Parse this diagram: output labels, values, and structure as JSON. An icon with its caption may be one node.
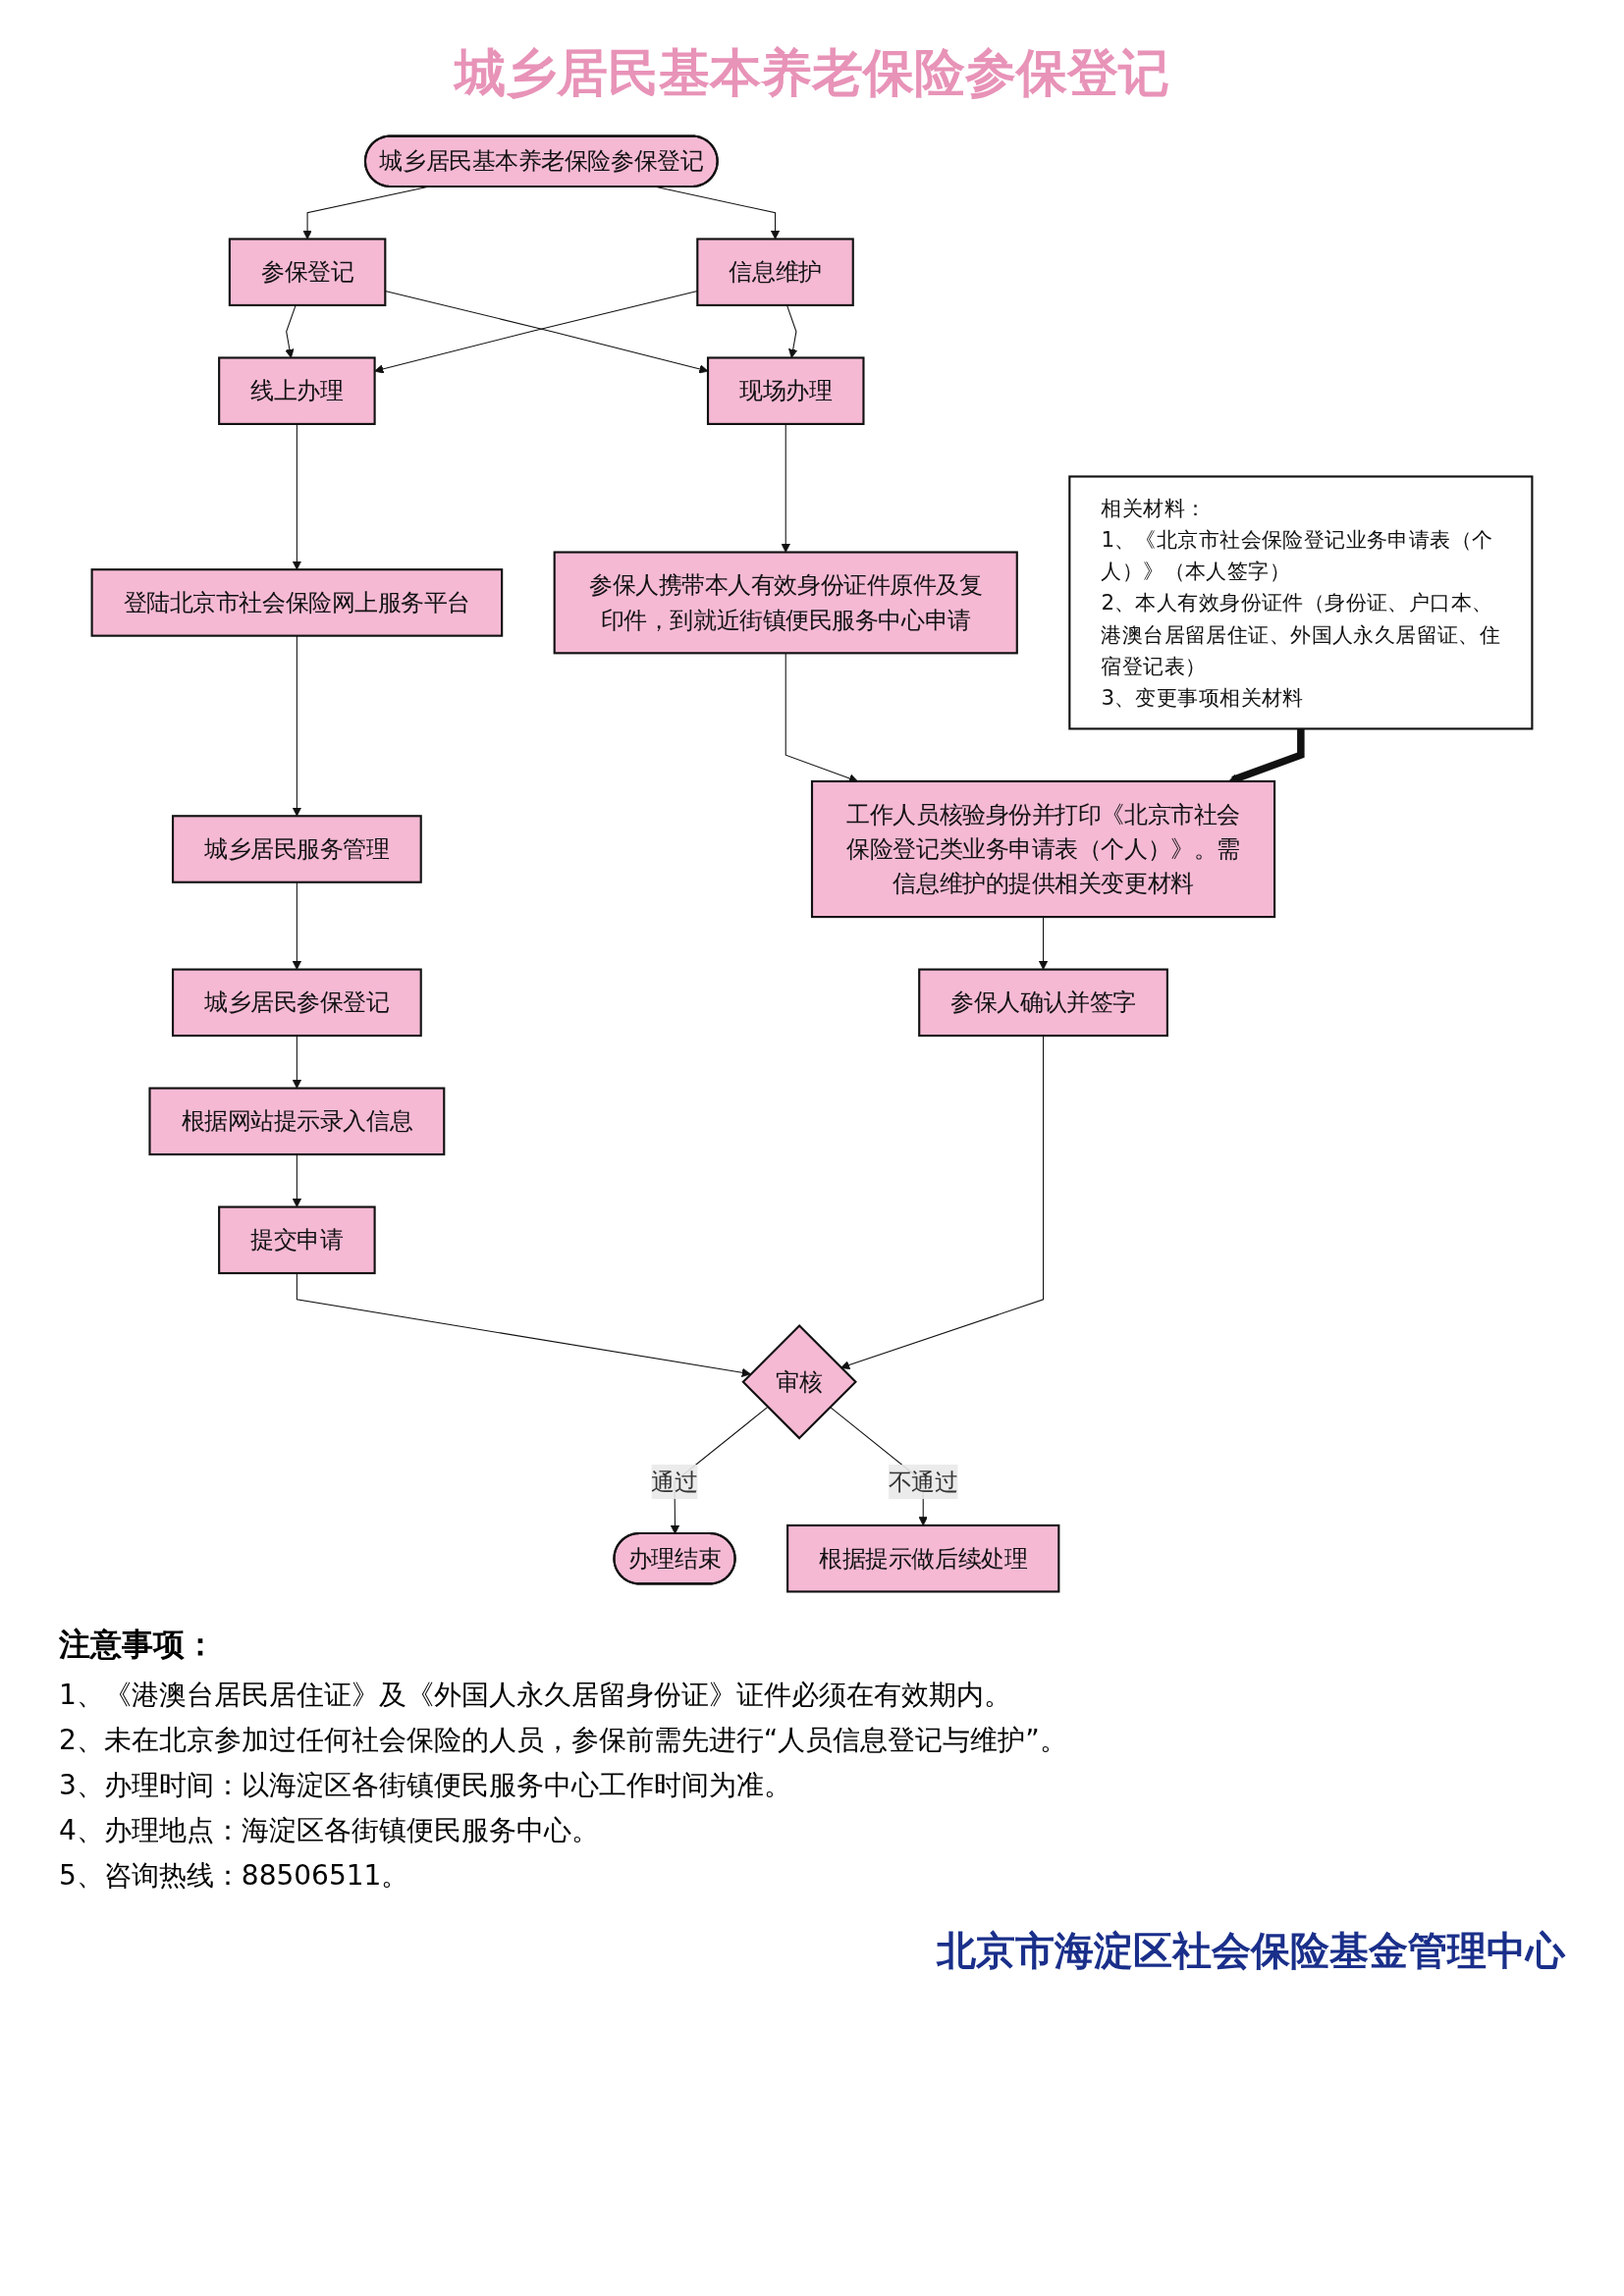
{
  "diagram": {
    "title": "城乡居民基本养老保险参保登记",
    "nodes": [
      {
        "text": [
          "城乡居民基本养老保险参保登记"
        ]
      },
      {
        "text": [
          "参保登记"
        ]
      },
      {
        "text": [
          "信息维护"
        ]
      },
      {
        "text": [
          "线上办理"
        ]
      },
      {
        "text": [
          "现场办理"
        ]
      },
      {
        "text": [
          "登陆北京市社会保险网上服务平台"
        ]
      },
      {
        "text": [
          "参保人携带本人有效身份证件原件及复印件，到就近街镇便民服务中心申请"
        ]
      },
      {
        "text": [
          "城乡居民服务管理"
        ]
      },
      {
        "text": [
          "工作人员核验身份并打印《北京市社会保险登记类业务申请表（个人）》。需信息维护的提供相关变更材料"
        ]
      },
      {
        "text": [
          "城乡居民参保登记"
        ]
      },
      {
        "text": [
          "相关材料：",
          "1、《北京市社会保险登记业务申请表（个人）》（本人签字）",
          "2、本人有效身份证件（身份证、户口本、港澳台居留居住证、外国人永久居留证、住宿登记表）",
          "3、变更事项相关材料"
        ]
      },
      {
        "text": [
          "根据网站提示录入信息"
        ]
      },
      {
        "text": [
          "参保人确认并签字"
        ]
      },
      {
        "text": [
          "提交申请"
        ]
      },
      {
        "text": [
          "审核"
        ]
      },
      {
        "text": [
          "办理结束"
        ]
      },
      {
        "text": [
          "根据提示做后续处理"
        ]
      }
    ],
    "edges": [
      {
        "from": 0,
        "to": 1,
        "arrow": "to"
      },
      {
        "from": 0,
        "to": 2,
        "arrow": "to"
      },
      {
        "from": 1,
        "to": 3,
        "arrow": "to"
      },
      {
        "from": 1,
        "to": 4,
        "arrow": "to"
      },
      {
        "from": 2,
        "to": 3,
        "arrow": "to"
      },
      {
        "from": 2,
        "to": 4,
        "arrow": "to"
      },
      {
        "from": 3,
        "to": 5,
        "arrow": "to"
      },
      {
        "from": 5,
        "to": 7,
        "arrow": "to"
      },
      {
        "from": 7,
        "to": 9,
        "arrow": "to"
      },
      {
        "from": 9,
        "to": 11,
        "arrow": "to"
      },
      {
        "from": 11,
        "to": 13,
        "arrow": "to"
      },
      {
        "from": 4,
        "to": 6,
        "arrow": "to"
      },
      {
        "from": 6,
        "to": 8,
        "arrow": "to"
      },
      {
        "from": 8,
        "to": 12,
        "arrow": "to"
      },
      {
        "from": 10,
        "to": 8,
        "arrow": "to",
        "style": "thick"
      },
      {
        "from": 13,
        "to": 14,
        "arrow": "to"
      },
      {
        "from": 12,
        "to": 14,
        "arrow": "to"
      },
      {
        "from": 14,
        "to": 15,
        "arrow": "to",
        "label": "通过"
      },
      {
        "from": 14,
        "to": 16,
        "arrow": "to",
        "label": "不通过"
      }
    ],
    "labels": [
      "注意事项：",
      "1、《港澳台居民居住证》及《外国人永久居留身份证》证件必须在有效期内。",
      "2、未在北京参加过任何社会保险的人员，参保前需先进行“人员信息登记与维护”。",
      "3、办理时间：以海淀区各街镇便民服务中心工作时间为准。",
      "4、办理地点：海淀区各街镇便民服务中心。",
      "5、咨询热线：88506511。",
      "北京市海淀区社会保险基金管理中心"
    ]
  }
}
